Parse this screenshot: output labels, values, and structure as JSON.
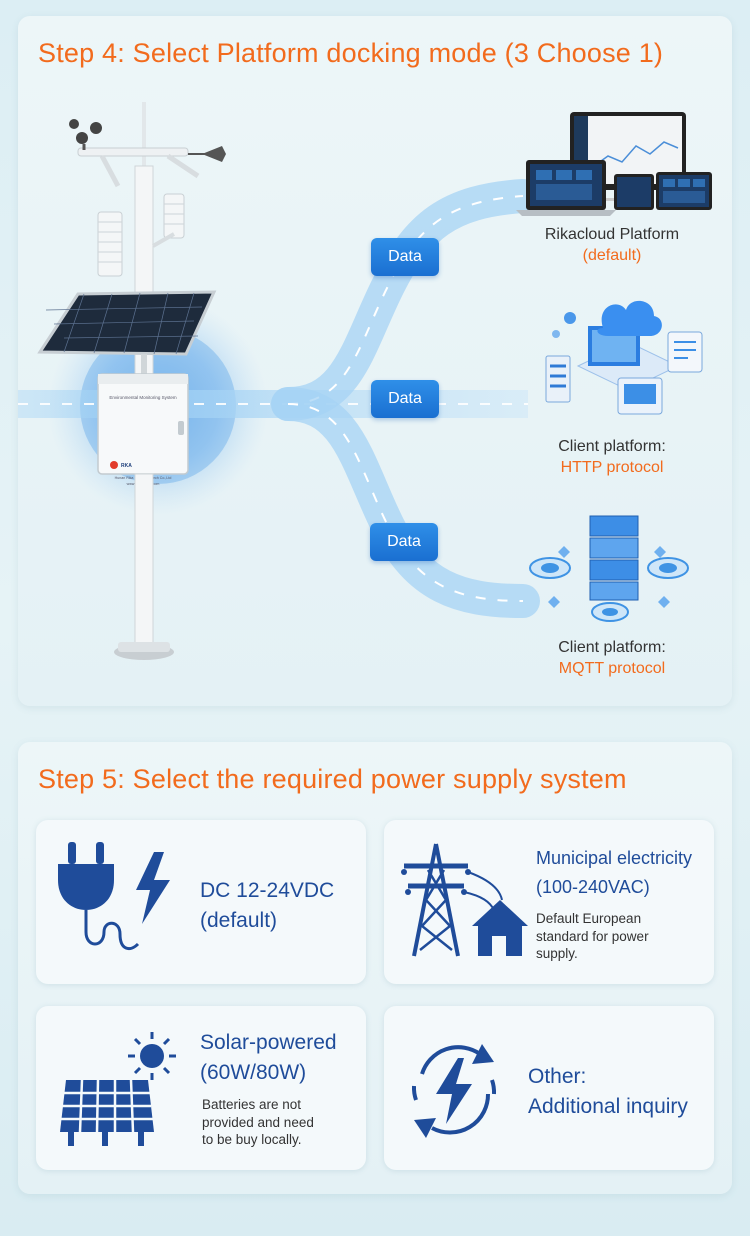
{
  "step4": {
    "title": "Step 4: Select Platform docking mode (3 Choose 1)",
    "data_badges": [
      "Data",
      "Data",
      "Data"
    ],
    "device": {
      "enclosure_label": "Environmental Monitoring System",
      "brand": "RKA",
      "company": "Hunan Rika Electronic Tech Co.,Ltd",
      "website": "www.rikasensor.com"
    },
    "platforms": [
      {
        "name": "Rikacloud Platform",
        "protocol": "(default)",
        "icon": "devices-icon"
      },
      {
        "name": "Client platform:",
        "protocol": "HTTP protocol",
        "icon": "cloud-server-icon"
      },
      {
        "name": "Client platform:",
        "protocol": "MQTT protocol",
        "icon": "server-network-icon"
      }
    ]
  },
  "step5": {
    "title": "Step 5: Select the required power supply system",
    "cards": [
      {
        "icon": "plug-icon",
        "main_line1": "DC 12-24VDC",
        "main_line2": "(default)"
      },
      {
        "icon": "power-tower-icon",
        "main_line1": "Municipal electricity",
        "main_line2": "(100-240VAC)",
        "sub_line1": "Default European",
        "sub_line2": "standard for power",
        "sub_line3": "supply."
      },
      {
        "icon": "solar-panel-icon",
        "main_line1": "Solar-powered",
        "main_line2": "(60W/80W)",
        "sub_line1": "Batteries are not",
        "sub_line2": "provided and need",
        "sub_line3": "to be buy locally."
      },
      {
        "icon": "recycle-power-icon",
        "main_line1": "Other:",
        "main_line2": "Additional inquiry"
      }
    ]
  },
  "colors": {
    "accent_orange": "#f26b1d",
    "primary_blue": "#1f4c9a",
    "badge_blue": "#1a6fd1"
  }
}
